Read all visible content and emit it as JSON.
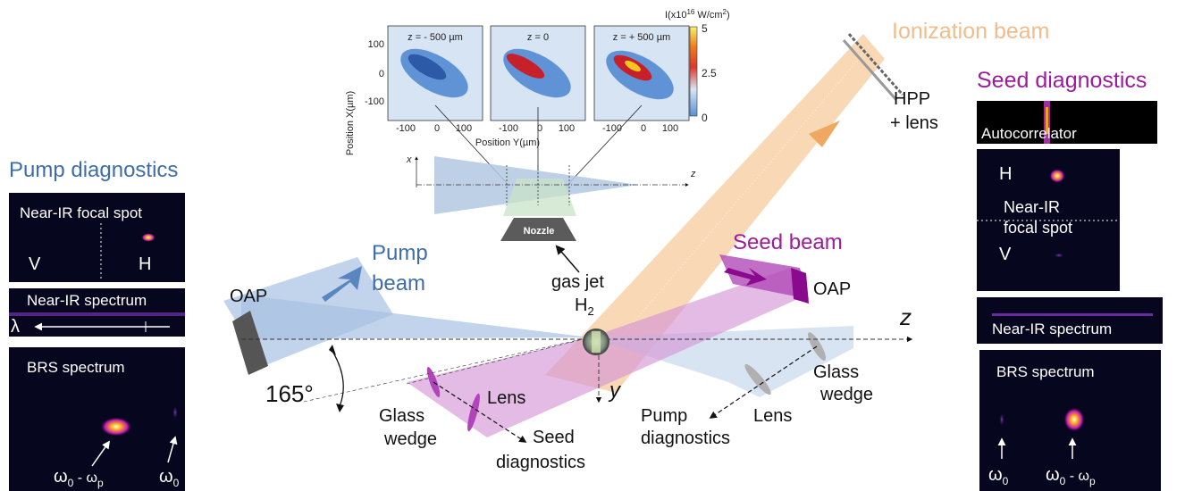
{
  "colors": {
    "pump": "#3e6da8",
    "seed": "#9b1c9c",
    "ionization": "#f5c38d",
    "ionization_text": "#f2bc8a",
    "panel_bg": "#06061f"
  },
  "pump_diagnostics": {
    "title": "Pump diagnostics",
    "nearir_focal_title": "Near-IR focal spot",
    "label_v": "V",
    "label_h": "H",
    "nearir_spectrum_title": "Near-IR spectrum",
    "lambda": "λ",
    "brs_title": "BRS spectrum",
    "peak1_main": "ω",
    "peak1_sub": "0",
    "peak1_mid": " - ω",
    "peak1_sub2": "p",
    "peak2_main": "ω",
    "peak2_sub": "0"
  },
  "seed_diagnostics": {
    "title": "Seed diagnostics",
    "autocorrelator": "Autocorrelator",
    "label_h": "H",
    "nearir_line1": "Near-IR",
    "nearir_line2": "focal spot",
    "label_v": "V",
    "nearir_spectrum_title": "Near-IR spectrum",
    "brs_title": "BRS spectrum",
    "peak1_main": "ω",
    "peak1_sub": "0",
    "peak2_main": "ω",
    "peak2_sub": "0",
    "peak2_mid": " - ω",
    "peak2_sub2": "p"
  },
  "focal_maps": {
    "panel_titles": [
      "z = - 500 µm",
      "z = 0",
      "z = + 500 µm"
    ],
    "ylabel": "Position X(µm)",
    "xlabel": "Position Y(µm)",
    "yticks": [
      "100",
      "0",
      "-100"
    ],
    "xticks": [
      "-100",
      "0",
      "100"
    ],
    "colorbar_label": "I(x10",
    "colorbar_exp": "16",
    "colorbar_unit": " W/cm",
    "colorbar_unit_exp": "2",
    "colorbar_close": ")",
    "colorbar_ticks": [
      "5",
      "2.5",
      "0"
    ]
  },
  "schematic": {
    "axis_x": "x",
    "axis_z": "z",
    "nozzle": "Nozzle",
    "gas_jet": "gas jet",
    "h2_main": "H",
    "h2_sub": "2"
  },
  "setup": {
    "ionization_beam": "Ionization beam",
    "hpp_line1": "HPP",
    "hpp_line2": "+ lens",
    "seed_beam": "Seed beam",
    "oap_seed": "OAP",
    "pump_beam_line1": "Pump",
    "pump_beam_line2": "beam",
    "oap_pump": "OAP",
    "angle": "165°",
    "axis_z": "z",
    "axis_y": "y",
    "glass_wedge_pump_line1": "Glass",
    "glass_wedge_pump_line2": "wedge",
    "lens_pump": "Lens",
    "pump_diag_line1": "Pump",
    "pump_diag_line2": "diagnostics",
    "glass_wedge_seed_line1": "Glass",
    "glass_wedge_seed_line2": "wedge",
    "lens_seed": "Lens",
    "seed_diag_line1": "Seed",
    "seed_diag_line2": "diagnostics"
  }
}
